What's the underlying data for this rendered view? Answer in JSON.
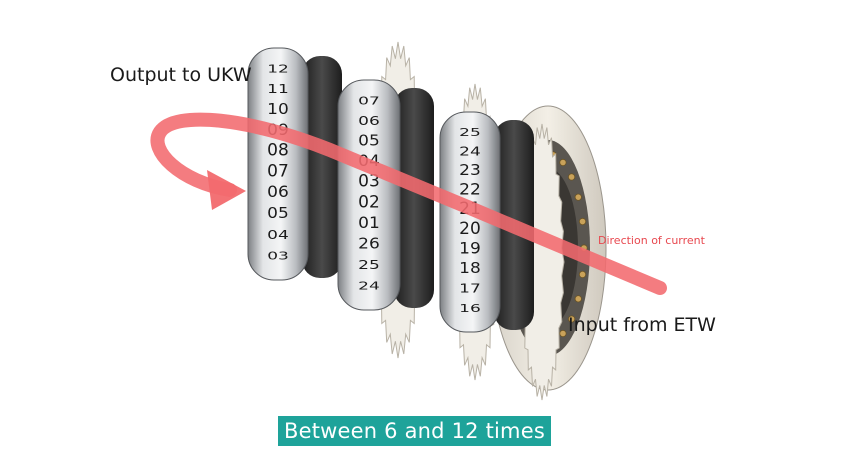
{
  "labels": {
    "output": "Output to UKW",
    "input": "Input from ETW",
    "direction": "Direction of current"
  },
  "caption": "Between 6 and 12 times",
  "rotors": [
    {
      "name": "rotor-left",
      "numbers": [
        "12",
        "11",
        "10",
        "09",
        "08",
        "07",
        "06",
        "05",
        "04",
        "03"
      ]
    },
    {
      "name": "rotor-middle",
      "numbers": [
        "07",
        "06",
        "05",
        "04",
        "03",
        "02",
        "01",
        "26",
        "25",
        "24"
      ]
    },
    {
      "name": "rotor-right",
      "numbers": [
        "25",
        "24",
        "23",
        "22",
        "21",
        "20",
        "19",
        "18",
        "17",
        "16"
      ]
    }
  ],
  "colors": {
    "arrow": "#f26a6e",
    "caption_bg": "#1ea39a",
    "direction_text": "#e8484f",
    "metal": "#c9cbcd",
    "metal_dark": "#3b3b3b"
  }
}
